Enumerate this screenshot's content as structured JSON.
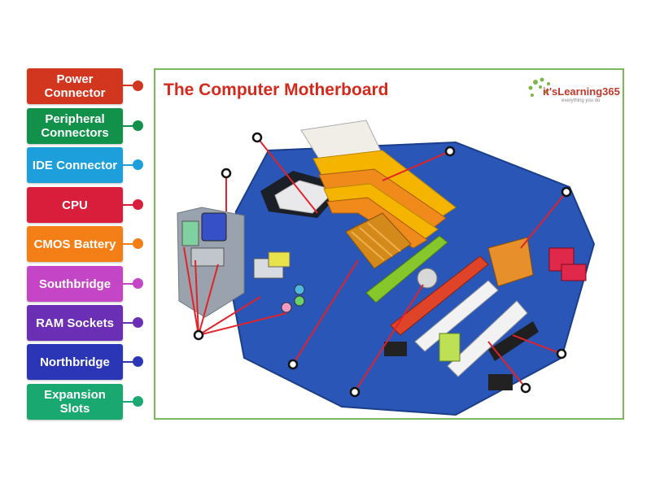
{
  "labels": [
    {
      "id": "power-connector",
      "text": "Power Connector",
      "color": "#d2361f"
    },
    {
      "id": "peripheral-connectors",
      "text": "Peripheral Connectors",
      "color": "#11914a"
    },
    {
      "id": "ide-connector",
      "text": "IDE Connector",
      "color": "#1d9fdc"
    },
    {
      "id": "cpu",
      "text": "CPU",
      "color": "#d81e3b"
    },
    {
      "id": "cmos-battery",
      "text": "CMOS Battery",
      "color": "#f57f17"
    },
    {
      "id": "southbridge",
      "text": "Southbridge",
      "color": "#c446c7"
    },
    {
      "id": "ram-sockets",
      "text": "RAM Sockets",
      "color": "#6a2fb5"
    },
    {
      "id": "northbridge",
      "text": "Northbridge",
      "color": "#2a36b5"
    },
    {
      "id": "expansion-slots",
      "text": "Expansion Slots",
      "color": "#19a870"
    }
  ],
  "diagram": {
    "title": "The Computer Motherboard",
    "logo_text": "it'sLearning365",
    "logo_subtext": "everything you do"
  },
  "colors": {
    "frame_border": "#78b95a",
    "title": "#d42a1e",
    "leader_line": "#e0232a",
    "pcb": "#2a56b8"
  }
}
